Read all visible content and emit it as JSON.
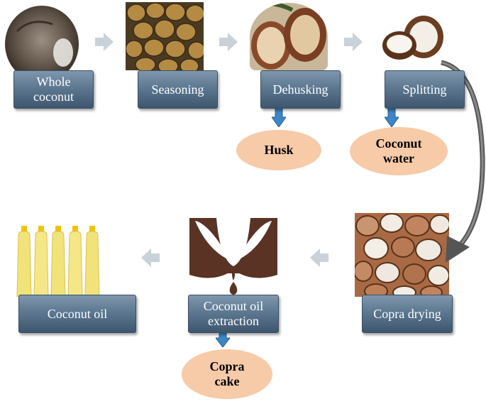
{
  "steps": {
    "whole_coconut": "Whole\ncoconut",
    "seasoning": "Seasoning",
    "dehusking": "Dehusking",
    "splitting": "Splitting",
    "copra_drying": "Copra drying",
    "oil_extraction": "Coconut oil\nextraction",
    "coconut_oil": "Coconut oil"
  },
  "products": {
    "husk": "Husk",
    "coconut_water": "Coconut\nwater",
    "copra_cake": "Copra\ncake"
  },
  "colors": {
    "step_box": "#5d7891",
    "product_ellipse": "#f7caa8",
    "down_arrow": "#3d85c6",
    "flow_arrow": "#c9d2da",
    "curved_arrow": "#555555"
  }
}
